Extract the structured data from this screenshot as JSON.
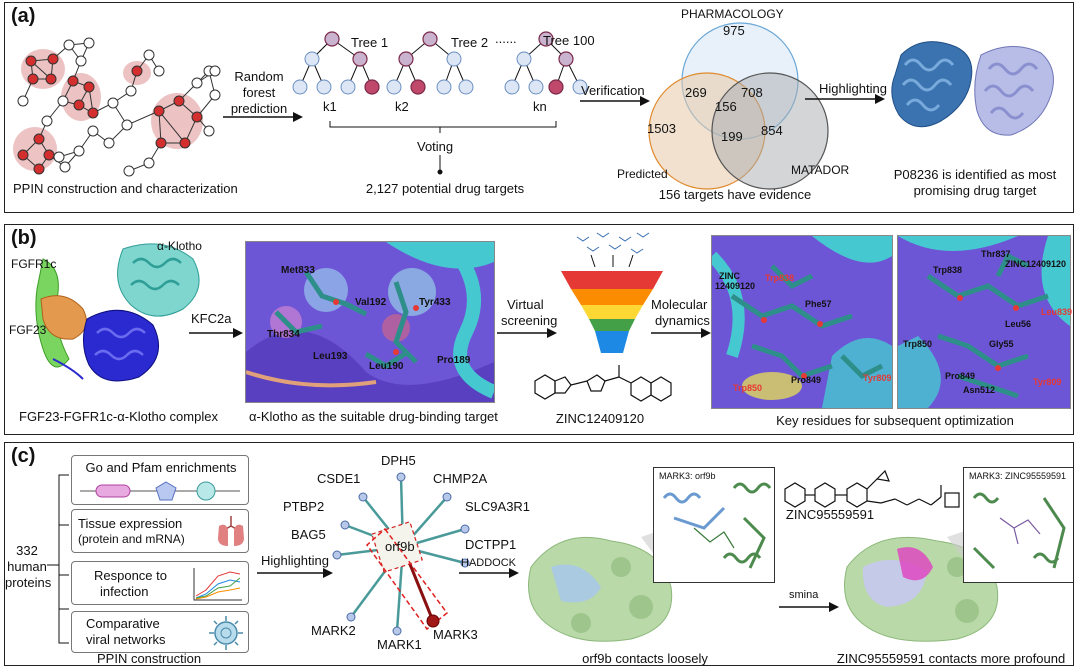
{
  "panel_a": {
    "label": "(a)",
    "ppin_caption": "PPIN construction and characterization",
    "rf_arrow": [
      "Random",
      "forest",
      "prediction"
    ],
    "trees": [
      "Tree 1",
      "Tree 2",
      "Tree 100"
    ],
    "tree_dots": "......",
    "k_labels": [
      "k1",
      "k2",
      "kn"
    ],
    "voting": "Voting",
    "potential": "2,127 potential drug targets",
    "verification": "Verification",
    "venn": {
      "pharmacology": "PHARMACOLOGY",
      "predicted": "Predicted",
      "matador": "MATADOR",
      "values": [
        "975",
        "269",
        "708",
        "156",
        "1503",
        "199",
        "854"
      ]
    },
    "evidence": "156 targets have evidence",
    "highlighting": "Highlighting",
    "identified": [
      "P08236 is identified as most",
      "promising drug target"
    ]
  },
  "panel_b": {
    "label": "(b)",
    "alpha_klotho": "α-Klotho",
    "fgfr1c": "FGFR1c",
    "fgf23": "FGF23",
    "complex_caption": "FGF23-FGFR1c-α-Klotho complex",
    "kfc2a": "KFC2a",
    "residues_left": [
      "Met833",
      "Val192",
      "Tyr433",
      "Thr834",
      "Leu193",
      "Leu190",
      "Pro189"
    ],
    "binding_caption": "α-Klotho as the suitable drug-binding target",
    "virtual": [
      "Virtual",
      "screening"
    ],
    "ligand": "ZINC12409120",
    "molecular": [
      "Molecular",
      "dynamics"
    ],
    "residues_md1": [
      "ZINC",
      "12409120",
      "Trp838",
      "Phe57",
      "Trp850",
      "Pro849",
      "Tyr809"
    ],
    "residues_md2": [
      "Thr837",
      "Trp838",
      "ZINC12409120",
      "Leu839",
      "Leu56",
      "Gly55",
      "Trp850",
      "Pro849",
      "Asn512",
      "Tyr809"
    ],
    "key_caption": "Key residues for subsequent optimization"
  },
  "panel_c": {
    "label": "(c)",
    "human": [
      "332",
      "human",
      "proteins"
    ],
    "boxes": [
      "Go and Pfam enrichments",
      "Tissue expression",
      "(protein and mRNA)",
      "Responce to",
      "infection",
      "Comparative",
      "viral networks"
    ],
    "ppin_caption": "PPIN construction",
    "highlighting": "Highlighting",
    "network": {
      "center": "orf9b",
      "nodes": [
        "DPH5",
        "CSDE1",
        "CHMP2A",
        "PTBP2",
        "SLC9A3R1",
        "BAG5",
        "DCTPP1",
        "MARK2",
        "MARK1",
        "MARK3"
      ]
    },
    "haddock": "HADDOCK",
    "inset1": "MARK3: orf9b",
    "orf_caption": "orf9b contacts loosely",
    "zinc": "ZINC95559591",
    "smina": "smina",
    "inset2": "MARK3: ZINC95559591",
    "zinc_caption": "ZINC95559591 contacts more profound"
  }
}
